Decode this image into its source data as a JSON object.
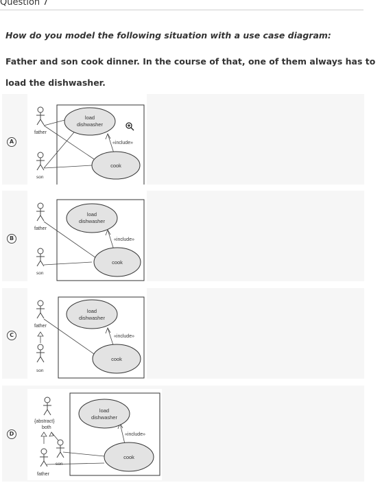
{
  "question": {
    "title": "Question 7",
    "prompt": "How do you model the following situation with a use case diagram:",
    "situation": "Father and son cook dinner. In the course of that, one of them always has to load the dishwasher."
  },
  "options": [
    {
      "letter": "A",
      "actors": [
        "father",
        "son"
      ],
      "use_cases": [
        "load",
        "dishwasher",
        "cook"
      ],
      "relation": "«include»"
    },
    {
      "letter": "B",
      "actors": [
        "father",
        "son"
      ],
      "use_cases": [
        "load",
        "dishwasher",
        "cook"
      ],
      "relation": "«include»"
    },
    {
      "letter": "C",
      "actors": [
        "father",
        "son"
      ],
      "use_cases": [
        "load",
        "dishwasher",
        "cook"
      ],
      "relation": "«include»"
    },
    {
      "letter": "D",
      "actors": [
        "{abstract}",
        "both",
        "son",
        "father"
      ],
      "use_cases": [
        "load",
        "dishwasher",
        "cook"
      ],
      "relation": "«include»"
    }
  ],
  "colors": {
    "usecase_fill": "#e3e3e3",
    "option_bg": "#f6f6f6",
    "line": "#333333"
  },
  "icons": [
    "zoom-in-icon"
  ]
}
